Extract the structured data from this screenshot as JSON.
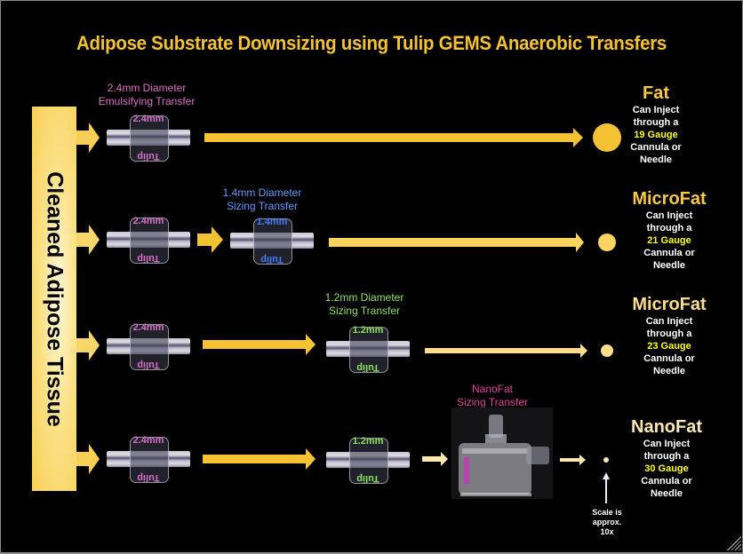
{
  "title": "Adipose Substrate Downsizing using Tulip GEMS Anaerobic Transfers",
  "source": {
    "label": "Cleaned Adipose Tissue"
  },
  "colors": {
    "title": "#f5c232",
    "arrow_row1": "#f4c232",
    "arrow_row2": "#fbd35f",
    "arrow_row3": "#fddc8c",
    "arrow_row4": "#fde8b0",
    "gauge_highlight": "#ffff1e",
    "label_2_4": "#d86fc6",
    "label_1_4": "#5f9bff",
    "label_1_2": "#8ee35a",
    "label_nano": "#e0439c"
  },
  "transfer_labels": {
    "t24": [
      "2.4mm Diameter",
      "Emulsifying Transfer"
    ],
    "t14": [
      "1.4mm Diameter",
      "Sizing Transfer"
    ],
    "t12": [
      "1.2mm Diameter",
      "Sizing Transfer"
    ],
    "nano": [
      "NanoFat",
      "Sizing Transfer"
    ]
  },
  "devices": {
    "size_24": "2.4mm",
    "size_14": "1.4mm",
    "size_12": "1.2mm",
    "brand": "Tulip"
  },
  "outcomes": [
    {
      "name": "Fat",
      "line1": "Can Inject",
      "line2": "through a",
      "gauge": "19 Gauge",
      "line4": "Cannula or",
      "line5": "Needle"
    },
    {
      "name": "MicroFat",
      "line1": "Can Inject",
      "line2": "through a",
      "gauge": "21 Gauge",
      "line4": "Cannula or",
      "line5": "Needle"
    },
    {
      "name": "MicroFat",
      "line1": "Can Inject",
      "line2": "through a",
      "gauge": "23 Gauge",
      "line4": "Cannula or",
      "line5": "Needle"
    },
    {
      "name": "NanoFat",
      "line1": "Can Inject",
      "line2": "through a",
      "gauge": "30 Gauge",
      "line4": "Cannula or",
      "line5": "Needle"
    }
  ],
  "scale_note": [
    "Scale is",
    "approx.",
    "10x"
  ]
}
